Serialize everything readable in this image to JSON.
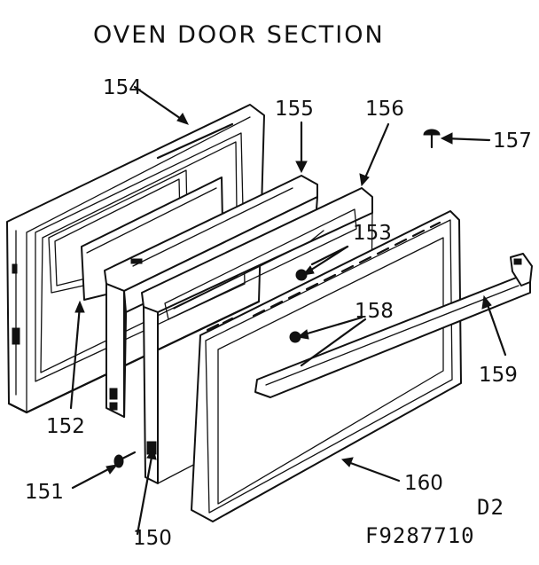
{
  "title": "OVEN DOOR SECTION",
  "diagram_code": "D2",
  "figure_number": "F9287710",
  "callouts": [
    {
      "id": "150",
      "label": "150"
    },
    {
      "id": "151",
      "label": "151"
    },
    {
      "id": "152",
      "label": "152"
    },
    {
      "id": "153",
      "label": "153"
    },
    {
      "id": "154",
      "label": "154"
    },
    {
      "id": "155",
      "label": "155"
    },
    {
      "id": "156",
      "label": "156"
    },
    {
      "id": "157",
      "label": "157"
    },
    {
      "id": "158",
      "label": "158"
    },
    {
      "id": "159",
      "label": "159"
    },
    {
      "id": "160",
      "label": "160"
    }
  ]
}
